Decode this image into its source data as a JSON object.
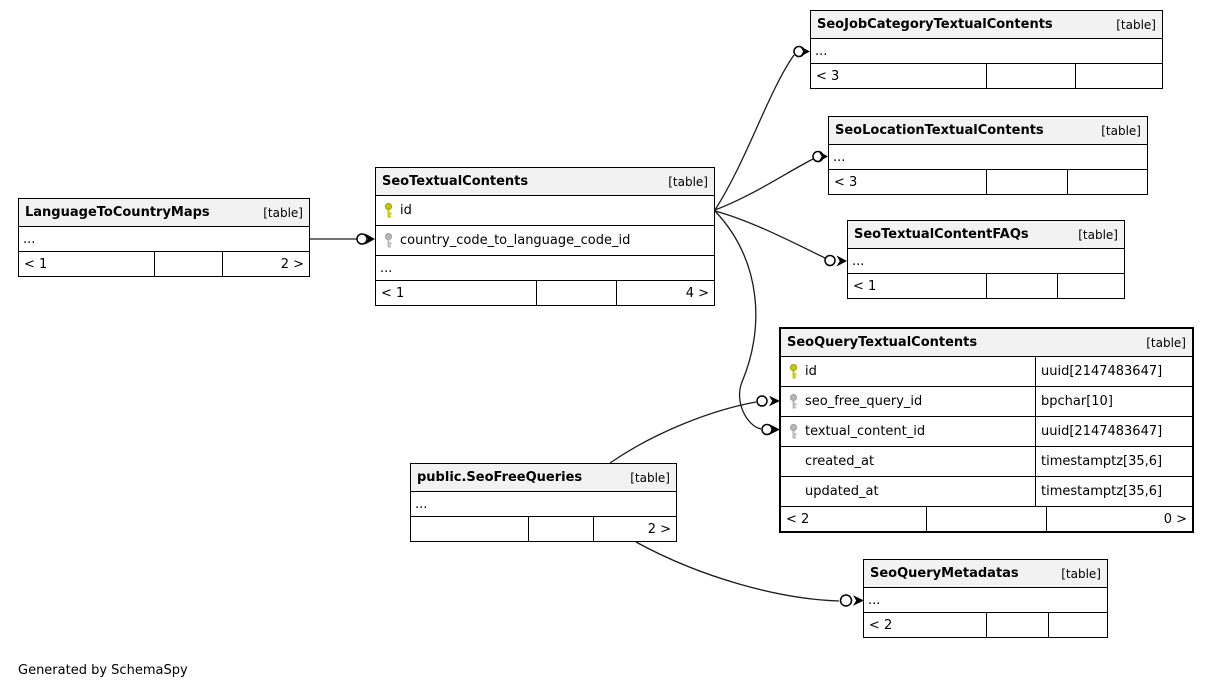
{
  "note": "Generated by SchemaSpy",
  "colors": {
    "header_bg": "#f2f2f2",
    "border": "#000000",
    "primary_key": "#c9c900",
    "foreign_key": "#b8b8b8",
    "relationship_line": "#1c1c1c"
  },
  "tables": {
    "language_to_country_maps": {
      "title": "LanguageToCountryMaps",
      "tag": "[table]",
      "dots": "...",
      "footer": {
        "left": "< 1",
        "mid": "",
        "right": "2 >"
      }
    },
    "seo_textual_contents": {
      "title": "SeoTextualContents",
      "tag": "[table]",
      "dots": "...",
      "fields": [
        {
          "name": "id",
          "key": "primary"
        },
        {
          "name": "country_code_to_language_code_id",
          "key": "foreign"
        }
      ],
      "footer": {
        "left": "< 1",
        "mid": "",
        "right": "4 >"
      }
    },
    "seo_job_category_textual_contents": {
      "title": "SeoJobCategoryTextualContents",
      "tag": "[table]",
      "dots": "...",
      "footer": {
        "left": "< 3",
        "mid": "",
        "right": ""
      }
    },
    "seo_location_textual_contents": {
      "title": "SeoLocationTextualContents",
      "tag": "[table]",
      "dots": "...",
      "footer": {
        "left": "< 3",
        "mid": "",
        "right": ""
      }
    },
    "seo_textual_content_faqs": {
      "title": "SeoTextualContentFAQs",
      "tag": "[table]",
      "dots": "...",
      "footer": {
        "left": "< 1",
        "mid": "",
        "right": ""
      }
    },
    "seo_query_textual_contents": {
      "title": "SeoQueryTextualContents",
      "tag": "[table]",
      "fields": [
        {
          "name": "id",
          "type": "uuid[2147483647]",
          "key": "primary"
        },
        {
          "name": "seo_free_query_id",
          "type": "bpchar[10]",
          "key": "foreign"
        },
        {
          "name": "textual_content_id",
          "type": "uuid[2147483647]",
          "key": "foreign"
        },
        {
          "name": "created_at",
          "type": "timestamptz[35,6]",
          "key": null
        },
        {
          "name": "updated_at",
          "type": "timestamptz[35,6]",
          "key": null
        }
      ],
      "footer": {
        "left": "< 2",
        "mid": "",
        "right": "0 >"
      }
    },
    "public_seo_free_queries": {
      "title": "public.SeoFreeQueries",
      "tag": "[table]",
      "dots": "...",
      "footer": {
        "left": "",
        "mid": "",
        "right": "2 >"
      }
    },
    "seo_query_metadatas": {
      "title": "SeoQueryMetadatas",
      "tag": "[table]",
      "dots": "...",
      "footer": {
        "left": "< 2",
        "mid": "",
        "right": ""
      }
    }
  }
}
